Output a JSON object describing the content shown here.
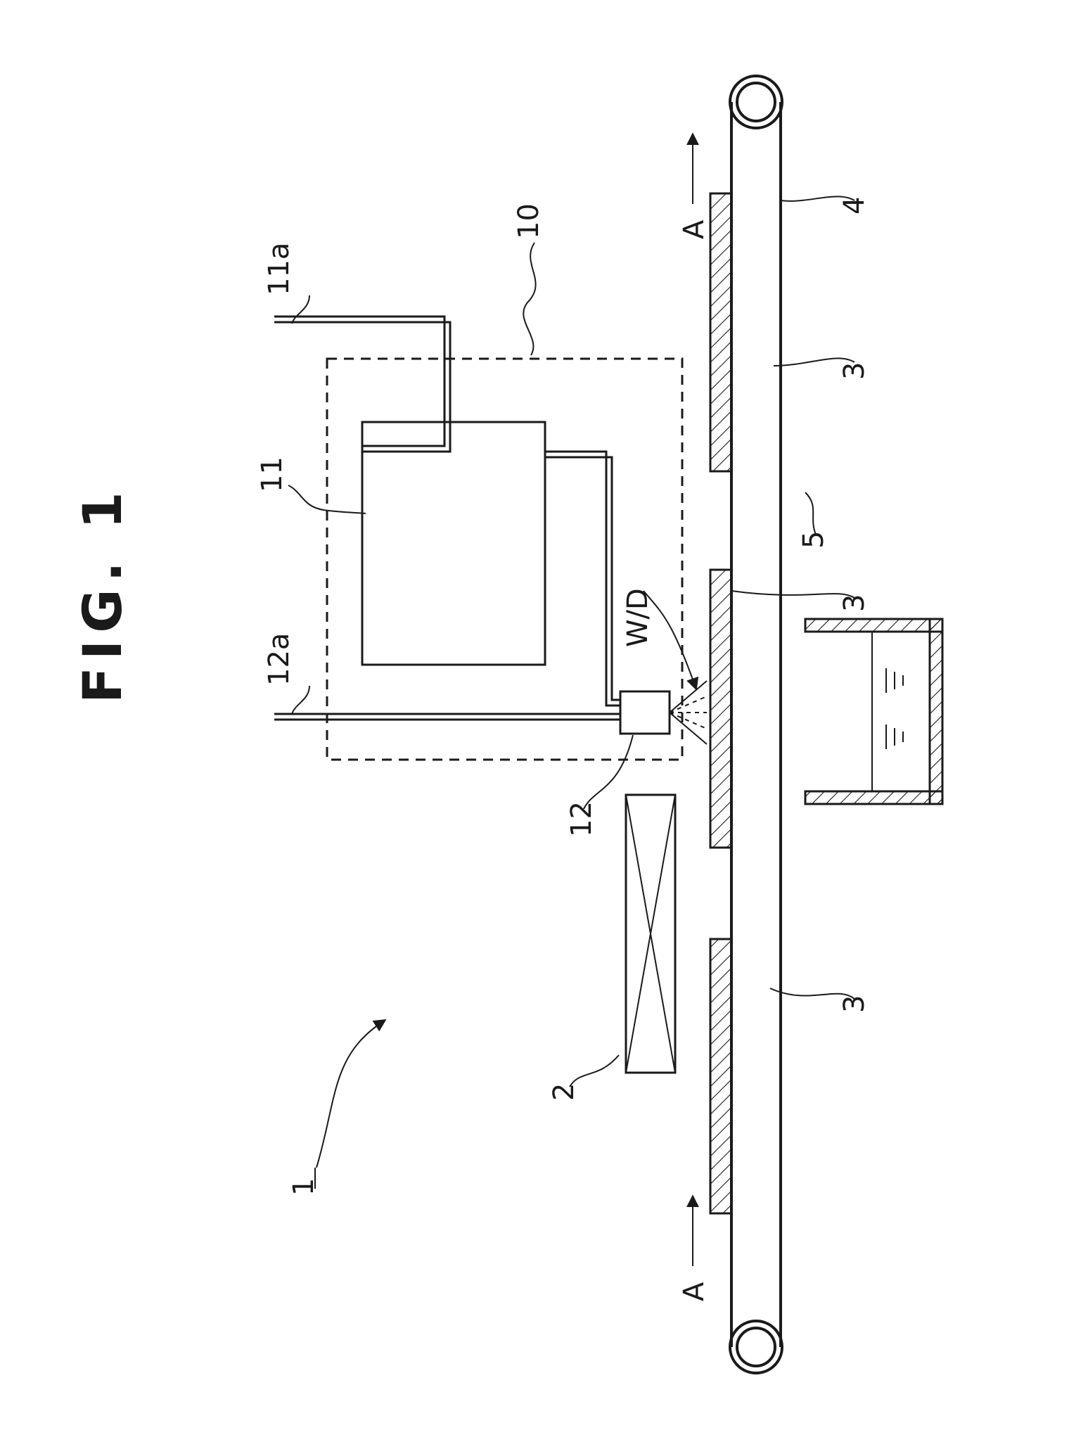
{
  "figure": {
    "title": "FIG. 1",
    "labels": {
      "apparatus": "1",
      "unit_2": "2",
      "sheet_left": "3",
      "sheet_center": "3",
      "sheet_right": "3",
      "conveyor": "4",
      "tank": "5",
      "dashed_unit": "10",
      "box_11": "11",
      "pipe_11a": "11a",
      "nozzle_12": "12",
      "pipe_12a": "12a",
      "spray": "W/D",
      "arrow_A_left": "A",
      "arrow_A_right": "A"
    }
  }
}
